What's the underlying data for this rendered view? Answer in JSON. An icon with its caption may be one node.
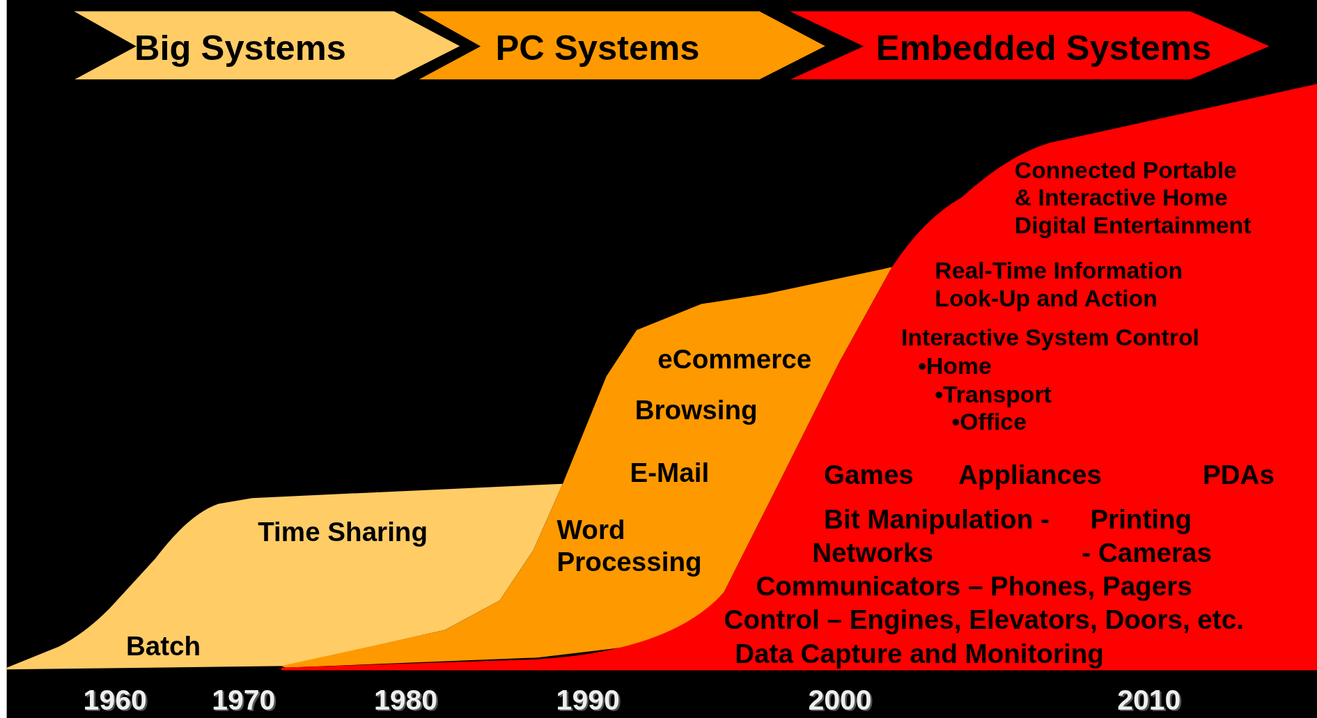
{
  "diagram": {
    "nodes": [
      {
        "text": [
          "Big Systems"
        ]
      },
      {
        "text": [
          "PC Systems"
        ]
      },
      {
        "text": [
          "Embedded Systems"
        ]
      },
      {
        "text": [
          "Time Sharing",
          "Batch"
        ]
      },
      {
        "text": [
          "eCommerce",
          "Browsing",
          "E-Mail",
          "Word Processing"
        ]
      },
      {
        "text": [
          "Connected Portable & Interactive Home Digital Entertainment",
          "Real-Time Information Look-Up and Action",
          "Interactive System Control",
          "•Home",
          "•Transport",
          "•Office",
          "Games",
          "Appliances",
          "PDAs",
          "Bit Manipulation -",
          "Printing",
          "Networks",
          "- Cameras",
          "Communicators – Phones, Pagers",
          "Control – Engines, Elevators, Doors, etc.",
          "Data Capture and Monitoring"
        ]
      }
    ],
    "labels": [
      "1960",
      "1970",
      "1980",
      "1990",
      "2000",
      "2010"
    ]
  }
}
